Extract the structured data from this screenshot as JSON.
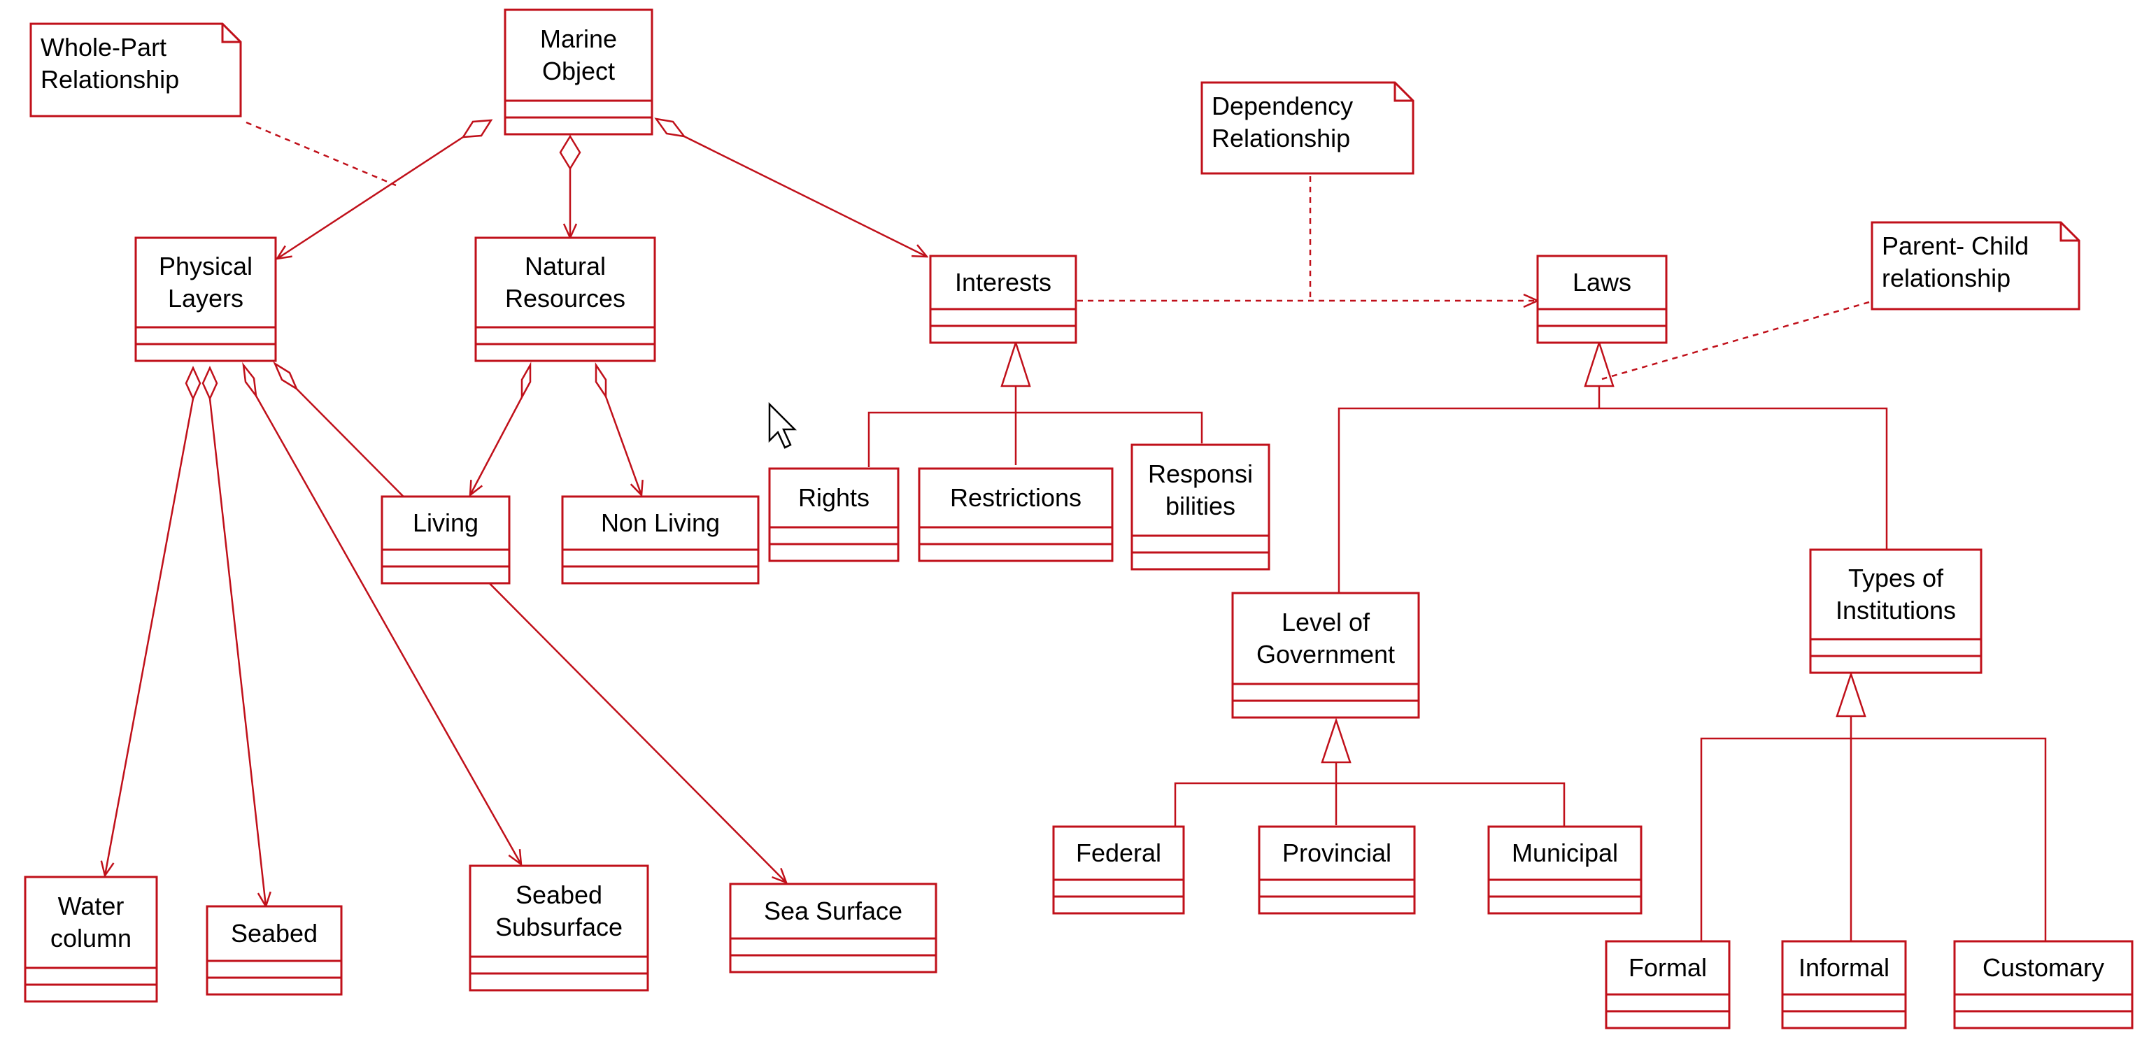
{
  "colors": {
    "line": "#c0101a",
    "note_border": "#c0101a",
    "text": "#000000",
    "background": "#ffffff"
  },
  "classes": {
    "marine_object": [
      "Marine",
      "Object"
    ],
    "physical_layers": [
      "Physical",
      "Layers"
    ],
    "natural_resources": [
      "Natural",
      "Resources"
    ],
    "interests": [
      "Interests"
    ],
    "laws": [
      "Laws"
    ],
    "living": [
      "Living"
    ],
    "non_living": [
      "Non Living"
    ],
    "rights": [
      "Rights"
    ],
    "restrictions": [
      "Restrictions"
    ],
    "responsibilities": [
      "Responsi",
      "bilities"
    ],
    "level_of_government": [
      "Level of",
      "Government"
    ],
    "types_of_institutions": [
      "Types of",
      "Institutions"
    ],
    "water_column": [
      "Water",
      "column"
    ],
    "seabed": [
      "Seabed"
    ],
    "seabed_subsurface": [
      "Seabed",
      "Subsurface"
    ],
    "sea_surface": [
      "Sea Surface"
    ],
    "federal": [
      "Federal"
    ],
    "provincial": [
      "Provincial"
    ],
    "municipal": [
      "Municipal"
    ],
    "formal": [
      "Formal"
    ],
    "informal": [
      "Informal"
    ],
    "customary": [
      "Customary"
    ]
  },
  "notes": {
    "whole_part": [
      "Whole-Part",
      "Relationship"
    ],
    "dependency": [
      "Dependency",
      "Relationship"
    ],
    "parent_child": [
      "Parent- Child",
      "relationship"
    ]
  }
}
